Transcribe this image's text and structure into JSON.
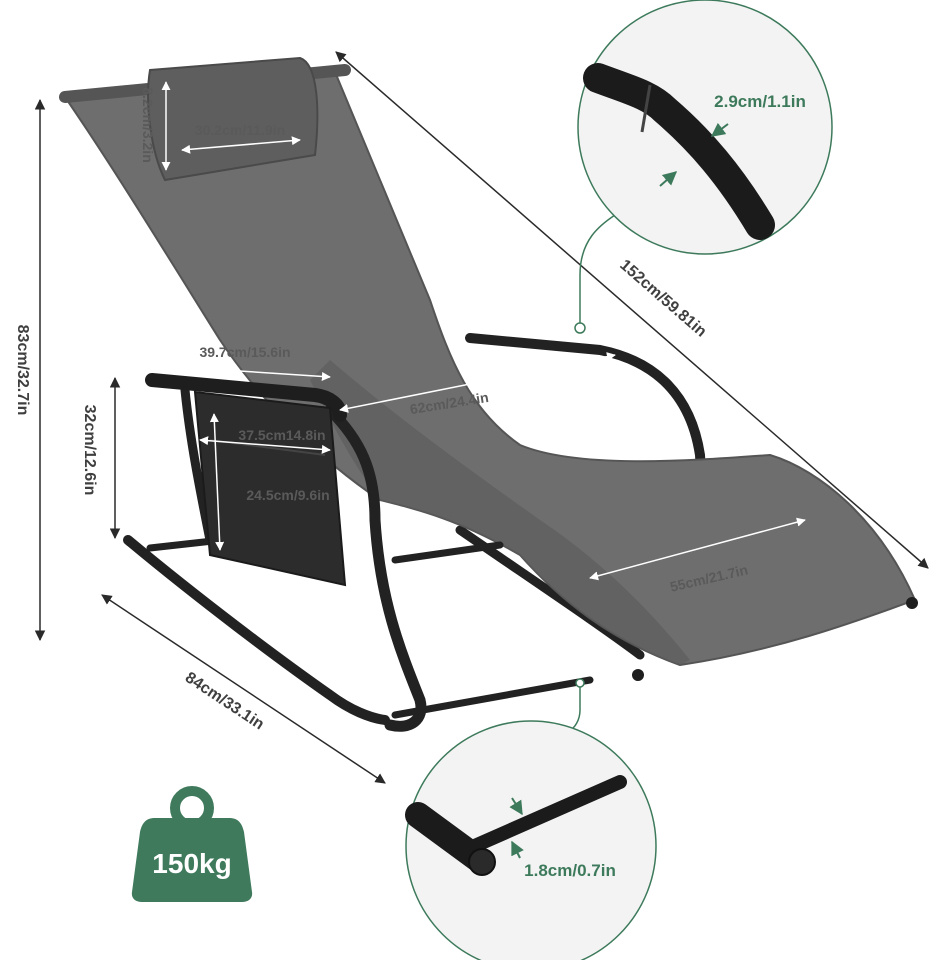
{
  "dimensions": {
    "total_height": "83cm/32.7in",
    "armrest_height": "32cm/12.6in",
    "base_depth": "84cm/33.1in",
    "total_length": "152cm/59.81in",
    "headrest_height": "8.2cm/3.2in",
    "headrest_width": "30.2cm/11.9in",
    "back_width": "39.7cm/15.6in",
    "seat_between_armrests": "62cm/24.4in",
    "pocket_width": "37.5cm14.8in",
    "pocket_height": "24.5cm/9.6in",
    "foot_width": "55cm/21.7in"
  },
  "details": {
    "armrest_tube": "2.9cm/1.1in",
    "base_tube": "1.8cm/0.7in"
  },
  "max_load": "150kg",
  "colors": {
    "accent": "#3d7a5b",
    "fabric": "#6e6e6e",
    "frame": "#1e1e1e",
    "weight_icon": "#3f7a5c"
  }
}
